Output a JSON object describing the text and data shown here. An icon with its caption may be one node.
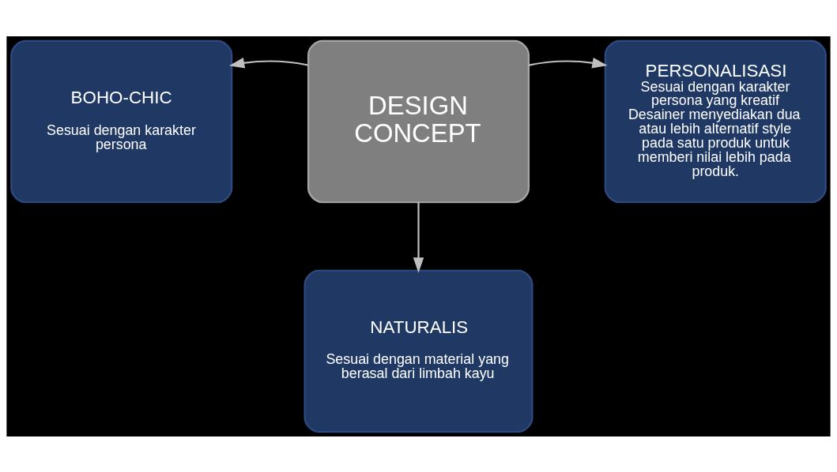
{
  "diagram": {
    "nodes": [
      {
        "text": [
          "BOHO-CHIC",
          "Sesuai dengan karakter persona"
        ]
      },
      {
        "text": [
          "DESIGN CONCEPT"
        ]
      },
      {
        "text": [
          "PERSONALISASI",
          "Sesuai dengan karakter persona yang kreatif",
          "Desainer menyediakan dua atau lebih alternatif style pada satu produk untuk memberi nilai lebih pada produk."
        ]
      },
      {
        "text": [
          "NATURALIS",
          "Sesuai dengan material yang berasal dari limbah kayu"
        ]
      }
    ],
    "edges": [
      {
        "from": 1,
        "to": 0,
        "arrow": "to"
      },
      {
        "from": 1,
        "to": 2,
        "arrow": "to"
      },
      {
        "from": 1,
        "to": 3,
        "arrow": "to"
      }
    ]
  }
}
